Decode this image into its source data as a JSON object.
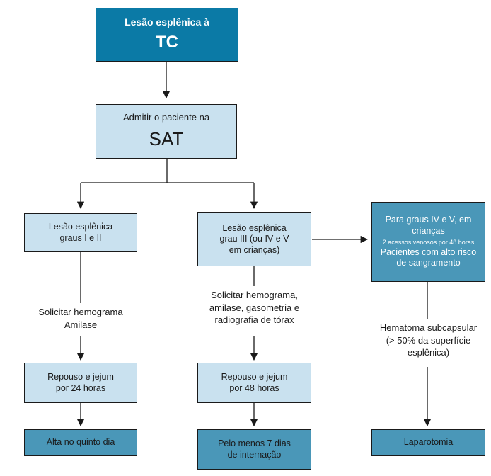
{
  "start": {
    "line1": "Lesão esplênica à",
    "line2": "TC"
  },
  "admit": {
    "line1": "Admitir o paciente na",
    "line2": "SAT"
  },
  "left": {
    "box": [
      "Lesão esplênica",
      "graus I e II"
    ],
    "exam": [
      "Solicitar  hemograma",
      "Amilase"
    ],
    "rest": [
      "Repouso e jejum",
      "por 24 horas"
    ],
    "outcome": "Alta no quinto dia"
  },
  "middle": {
    "box": [
      "Lesão esplênica",
      "grau III (ou IV e V",
      "em crianças)"
    ],
    "exam": [
      "Solicitar  hemograma,",
      "amilase, gasometria e",
      "radiografia de tórax"
    ],
    "rest": [
      "Repouso e jejum",
      "por 48 horas"
    ],
    "outcome": [
      "Pelo menos 7 dias",
      "de internação"
    ]
  },
  "right": {
    "box": [
      "Para graus IV e V, em",
      "crianças",
      "2 acessos venosos por 48 horas",
      "Pacientes com alto risco",
      "de sangramento"
    ],
    "finding": [
      "Hematoma subcapsular",
      "(> 50% da superfície",
      "esplênica)"
    ],
    "outcome": "Laparotomia"
  }
}
